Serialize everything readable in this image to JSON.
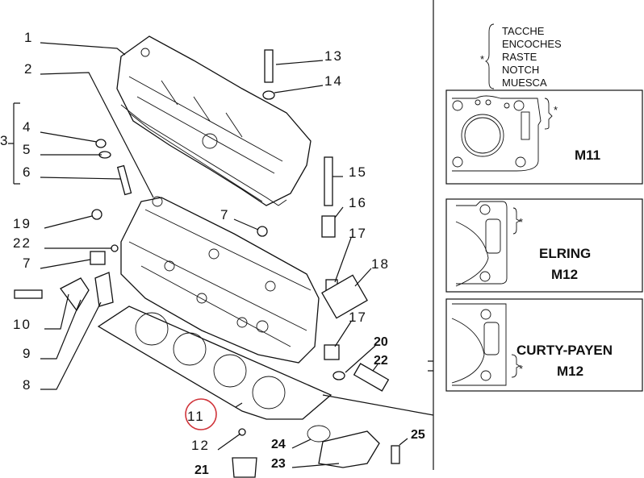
{
  "callouts": {
    "c1": "1",
    "c2": "2",
    "c3": "3",
    "c4": "4",
    "c5": "5",
    "c6": "6",
    "c19": "19",
    "c22a": "22",
    "c7a": "7",
    "c10": "10",
    "c9": "9",
    "c8": "8",
    "c13": "13",
    "c14": "14",
    "c15": "15",
    "c16": "16",
    "c7b": "7",
    "c17a": "17",
    "c18": "18",
    "c17b": "17",
    "c20": "20",
    "c22b": "22",
    "c11": "11",
    "c12": "12",
    "c24": "24",
    "c23": "23",
    "c21": "21",
    "c25": "25"
  },
  "highlight_color": "#d0343a",
  "legend": {
    "marker": "*",
    "terms": [
      "TACCHE",
      "ENCOCHES",
      "RASTE",
      "NOTCH",
      "MUESCA"
    ]
  },
  "variants": [
    {
      "brand": "",
      "model": "M11",
      "marker": "*"
    },
    {
      "brand": "ELRING",
      "model": "M12",
      "marker": "*"
    },
    {
      "brand": "CURTY-PAYEN",
      "model": "M12",
      "marker": "*"
    }
  ]
}
